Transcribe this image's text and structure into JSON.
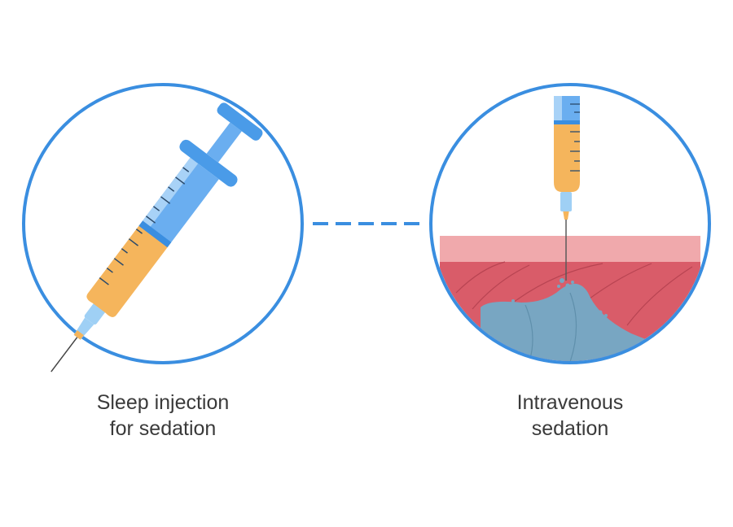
{
  "panels": [
    {
      "id": "sleep-injection",
      "caption_lines": [
        "Sleep injection",
        "for sedation"
      ],
      "icon": "syringe-icon"
    },
    {
      "id": "intravenous",
      "caption_lines": [
        "Intravenous",
        "sedation"
      ],
      "icon": "iv-injection-icon"
    }
  ],
  "colors": {
    "circle_stroke": "#3a8ee0",
    "connector": "#3a8ee0",
    "barrel": "#6aaef0",
    "barrel_light": "#a8d2f7",
    "plunger": "#4a9be8",
    "fluid": "#f5b55c",
    "needle_hub": "#9fd0f5",
    "skin_top": "#f0a9ac",
    "skin_muscle": "#d95c69",
    "vein": "#78a6c2",
    "text": "#3a3a3a"
  }
}
